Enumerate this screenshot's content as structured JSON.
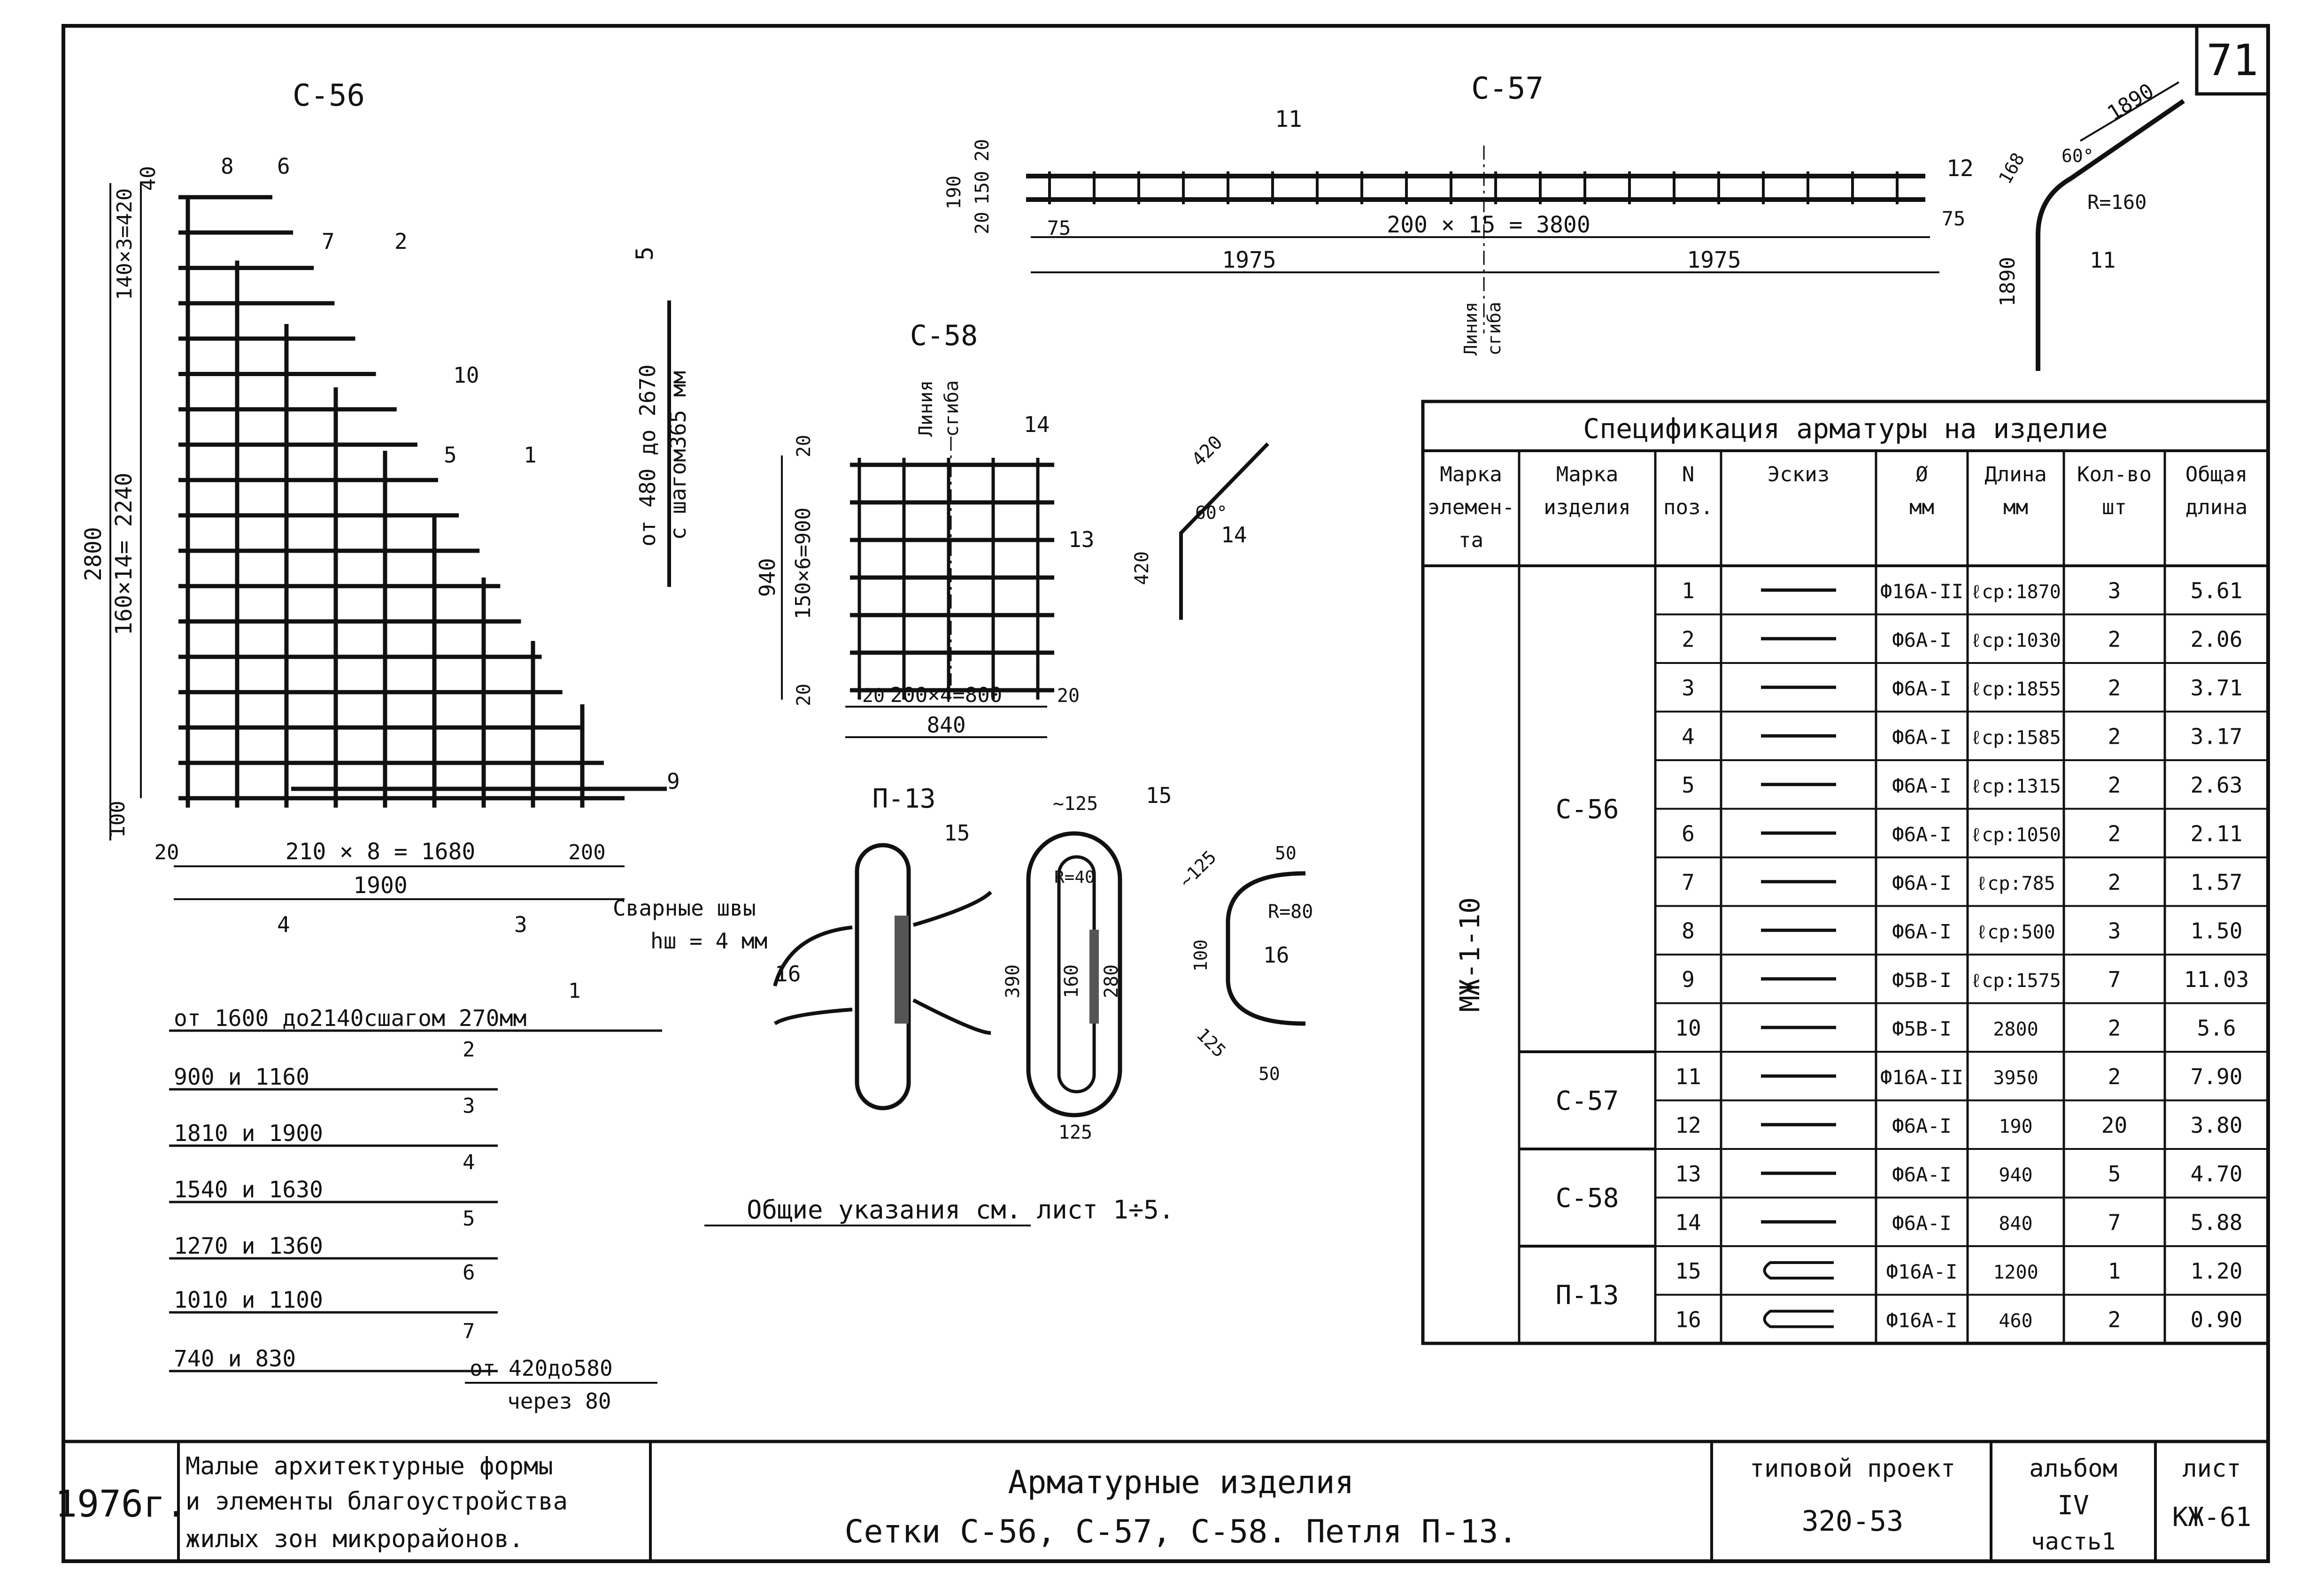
{
  "sheet": {
    "number": "71",
    "general_note": "Общие указания см. лист 1÷5."
  },
  "c56": {
    "title": "С-56",
    "dims": {
      "h_total": "2800",
      "h_main": "160×14= 2240",
      "h_top": "140×3=420",
      "top_40": "40",
      "bot_100": "100",
      "w_span": "210 × 8 = 1680",
      "w_left": "20",
      "w_right": "200",
      "w_total": "1900"
    },
    "callouts": [
      "8",
      "6",
      "7",
      "2",
      "10",
      "5",
      "1",
      "9",
      "4",
      "3"
    ],
    "bar5_note": "от 480 до 2670",
    "bar5_step": "с шагом365 мм",
    "bar5_num": "5"
  },
  "c57": {
    "title": "С-57",
    "callouts": [
      "11",
      "12"
    ],
    "dims": {
      "spacing": "200 × 15 = 3800",
      "half_left": "1975",
      "half_right": "1975",
      "end_left": "75",
      "end_right": "75",
      "h190": "190",
      "h150": "150",
      "h20a": "20",
      "h20b": "20"
    },
    "bend_line": [
      "Линия",
      "сгиба"
    ],
    "bend": {
      "len_a": "1890",
      "len_b": "1890",
      "offset": "168",
      "angle": "60°",
      "radius": "R=160",
      "callout": "11"
    }
  },
  "c58": {
    "title": "С-58",
    "bend_line": [
      "Линия",
      "сгиба"
    ],
    "callouts": [
      "14",
      "13"
    ],
    "dims": {
      "h_total": "940",
      "h_main": "150×6=900",
      "h_top": "20",
      "h_bot": "20",
      "w_main": "200×4=800",
      "w_left": "20",
      "w_right": "20",
      "w_total": "840"
    },
    "bend": {
      "len_a": "420",
      "len_b": "420",
      "angle": "60°",
      "callout": "14"
    }
  },
  "p13": {
    "title": "П-13",
    "weld_label": "Сварные швы",
    "weld_size": "hш = 4 мм",
    "callouts": [
      "15",
      "16",
      "15",
      "16"
    ],
    "dims": {
      "top": "~125",
      "r40": "R=40",
      "h390": "390",
      "h160": "160",
      "h280": "280",
      "bottom": "125",
      "side125": "~125",
      "side50a": "50",
      "side50b": "50",
      "r80": "R=80",
      "h100": "100",
      "bot125": "125"
    }
  },
  "bar_list": [
    {
      "num": "1",
      "text": "от 1600 до2140сшагом 270мм"
    },
    {
      "num": "2",
      "text": "900 и 1160"
    },
    {
      "num": "3",
      "text": "1810 и 1900"
    },
    {
      "num": "4",
      "text": "1540 и 1630"
    },
    {
      "num": "5",
      "text": "1270 и 1360"
    },
    {
      "num": "6",
      "text": "1010 и 1100"
    },
    {
      "num": "7",
      "text": "740 и 830"
    }
  ],
  "bar_list_extra": {
    "line1": "от 420до580",
    "line2": "через 80"
  },
  "spec": {
    "title": "Спецификация арматуры на изделие",
    "headers": [
      [
        "Марка",
        "элемен-",
        "та"
      ],
      [
        "Марка",
        "изделия"
      ],
      [
        "N",
        "поз."
      ],
      [
        "Эскиз"
      ],
      [
        "Ø",
        "мм"
      ],
      [
        "Длина",
        "мм"
      ],
      [
        "Кол-во",
        "шт"
      ],
      [
        "Общая",
        "длина"
      ]
    ],
    "element_mark": "МЖ-1-10",
    "groups": [
      {
        "name": "С-56",
        "rows": [
          {
            "pos": "1",
            "dia": "Ф16А-II",
            "len": "ℓср:1870",
            "qty": "3",
            "total": "5.61",
            "sketch": "bar"
          },
          {
            "pos": "2",
            "dia": "Ф6А-I",
            "len": "ℓср:1030",
            "qty": "2",
            "total": "2.06",
            "sketch": "bar"
          },
          {
            "pos": "3",
            "dia": "Ф6А-I",
            "len": "ℓср:1855",
            "qty": "2",
            "total": "3.71",
            "sketch": "bar"
          },
          {
            "pos": "4",
            "dia": "Ф6А-I",
            "len": "ℓср:1585",
            "qty": "2",
            "total": "3.17",
            "sketch": "bar"
          },
          {
            "pos": "5",
            "dia": "Ф6А-I",
            "len": "ℓср:1315",
            "qty": "2",
            "total": "2.63",
            "sketch": "bar"
          },
          {
            "pos": "6",
            "dia": "Ф6А-I",
            "len": "ℓср:1050",
            "qty": "2",
            "total": "2.11",
            "sketch": "bar"
          },
          {
            "pos": "7",
            "dia": "Ф6А-I",
            "len": "ℓср:785",
            "qty": "2",
            "total": "1.57",
            "sketch": "bar"
          },
          {
            "pos": "8",
            "dia": "Ф6А-I",
            "len": "ℓср:500",
            "qty": "3",
            "total": "1.50",
            "sketch": "bar"
          },
          {
            "pos": "9",
            "dia": "Ф5В-I",
            "len": "ℓср:1575",
            "qty": "7",
            "total": "11.03",
            "sketch": "bar"
          },
          {
            "pos": "10",
            "dia": "Ф5В-I",
            "len": "2800",
            "qty": "2",
            "total": "5.6",
            "sketch": "bar"
          }
        ]
      },
      {
        "name": "С-57",
        "rows": [
          {
            "pos": "11",
            "dia": "Ф16А-II",
            "len": "3950",
            "qty": "2",
            "total": "7.90",
            "sketch": "bar"
          },
          {
            "pos": "12",
            "dia": "Ф6А-I",
            "len": "190",
            "qty": "20",
            "total": "3.80",
            "sketch": "bar"
          }
        ]
      },
      {
        "name": "С-58",
        "rows": [
          {
            "pos": "13",
            "dia": "Ф6А-I",
            "len": "940",
            "qty": "5",
            "total": "4.70",
            "sketch": "bar"
          },
          {
            "pos": "14",
            "dia": "Ф6А-I",
            "len": "840",
            "qty": "7",
            "total": "5.88",
            "sketch": "bar"
          }
        ]
      },
      {
        "name": "П-13",
        "rows": [
          {
            "pos": "15",
            "dia": "Ф16А-I",
            "len": "1200",
            "qty": "1",
            "total": "1.20",
            "sketch": "loop"
          },
          {
            "pos": "16",
            "dia": "Ф16А-I",
            "len": "460",
            "qty": "2",
            "total": "0.90",
            "sketch": "loop"
          }
        ]
      }
    ]
  },
  "title_block": {
    "year": "1976г.",
    "subject": [
      "Малые архитектурные формы",
      "и элементы благоустройства",
      "жилых зон микрорайонов."
    ],
    "title_line1": "Арматурные изделия",
    "title_line2": "Сетки С-56, С-57, С-58. Петля П-13.",
    "project_label": "типовой проект",
    "project_value": "320-53",
    "album_label": "альбом",
    "album_value": "IV",
    "album_part": "часть1",
    "sheet_label": "лист",
    "sheet_value": "КЖ-61"
  }
}
